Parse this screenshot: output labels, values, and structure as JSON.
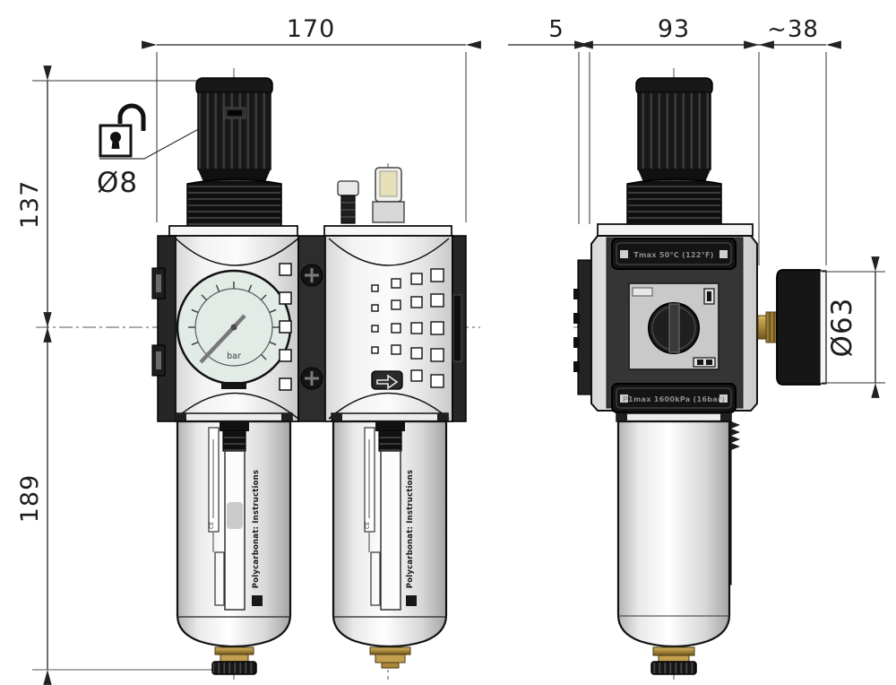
{
  "view_front": {
    "dim_width": "170",
    "dim_height_upper": "137",
    "dim_height_lower": "189",
    "knob_hole_note": "Ø8",
    "gauge_unit": "bar",
    "bowl_label": "Polycarbonat: Instructions",
    "tube_mark": "CE"
  },
  "view_side": {
    "dim_offset": "5",
    "dim_body_width": "93",
    "dim_gauge_depth": "~38",
    "dim_gauge_diameter": "Ø63",
    "plate_top": "Tmax 50°C (122°F)",
    "plate_bottom": "P1max 1600kPa (16bar)"
  },
  "colors": {
    "line": "#1d1d1d",
    "dark_part": "#1c1c1c",
    "gauge_face": "#e2ebe6",
    "brass": "#b08e3e",
    "body_face": "#f0f0f0"
  }
}
